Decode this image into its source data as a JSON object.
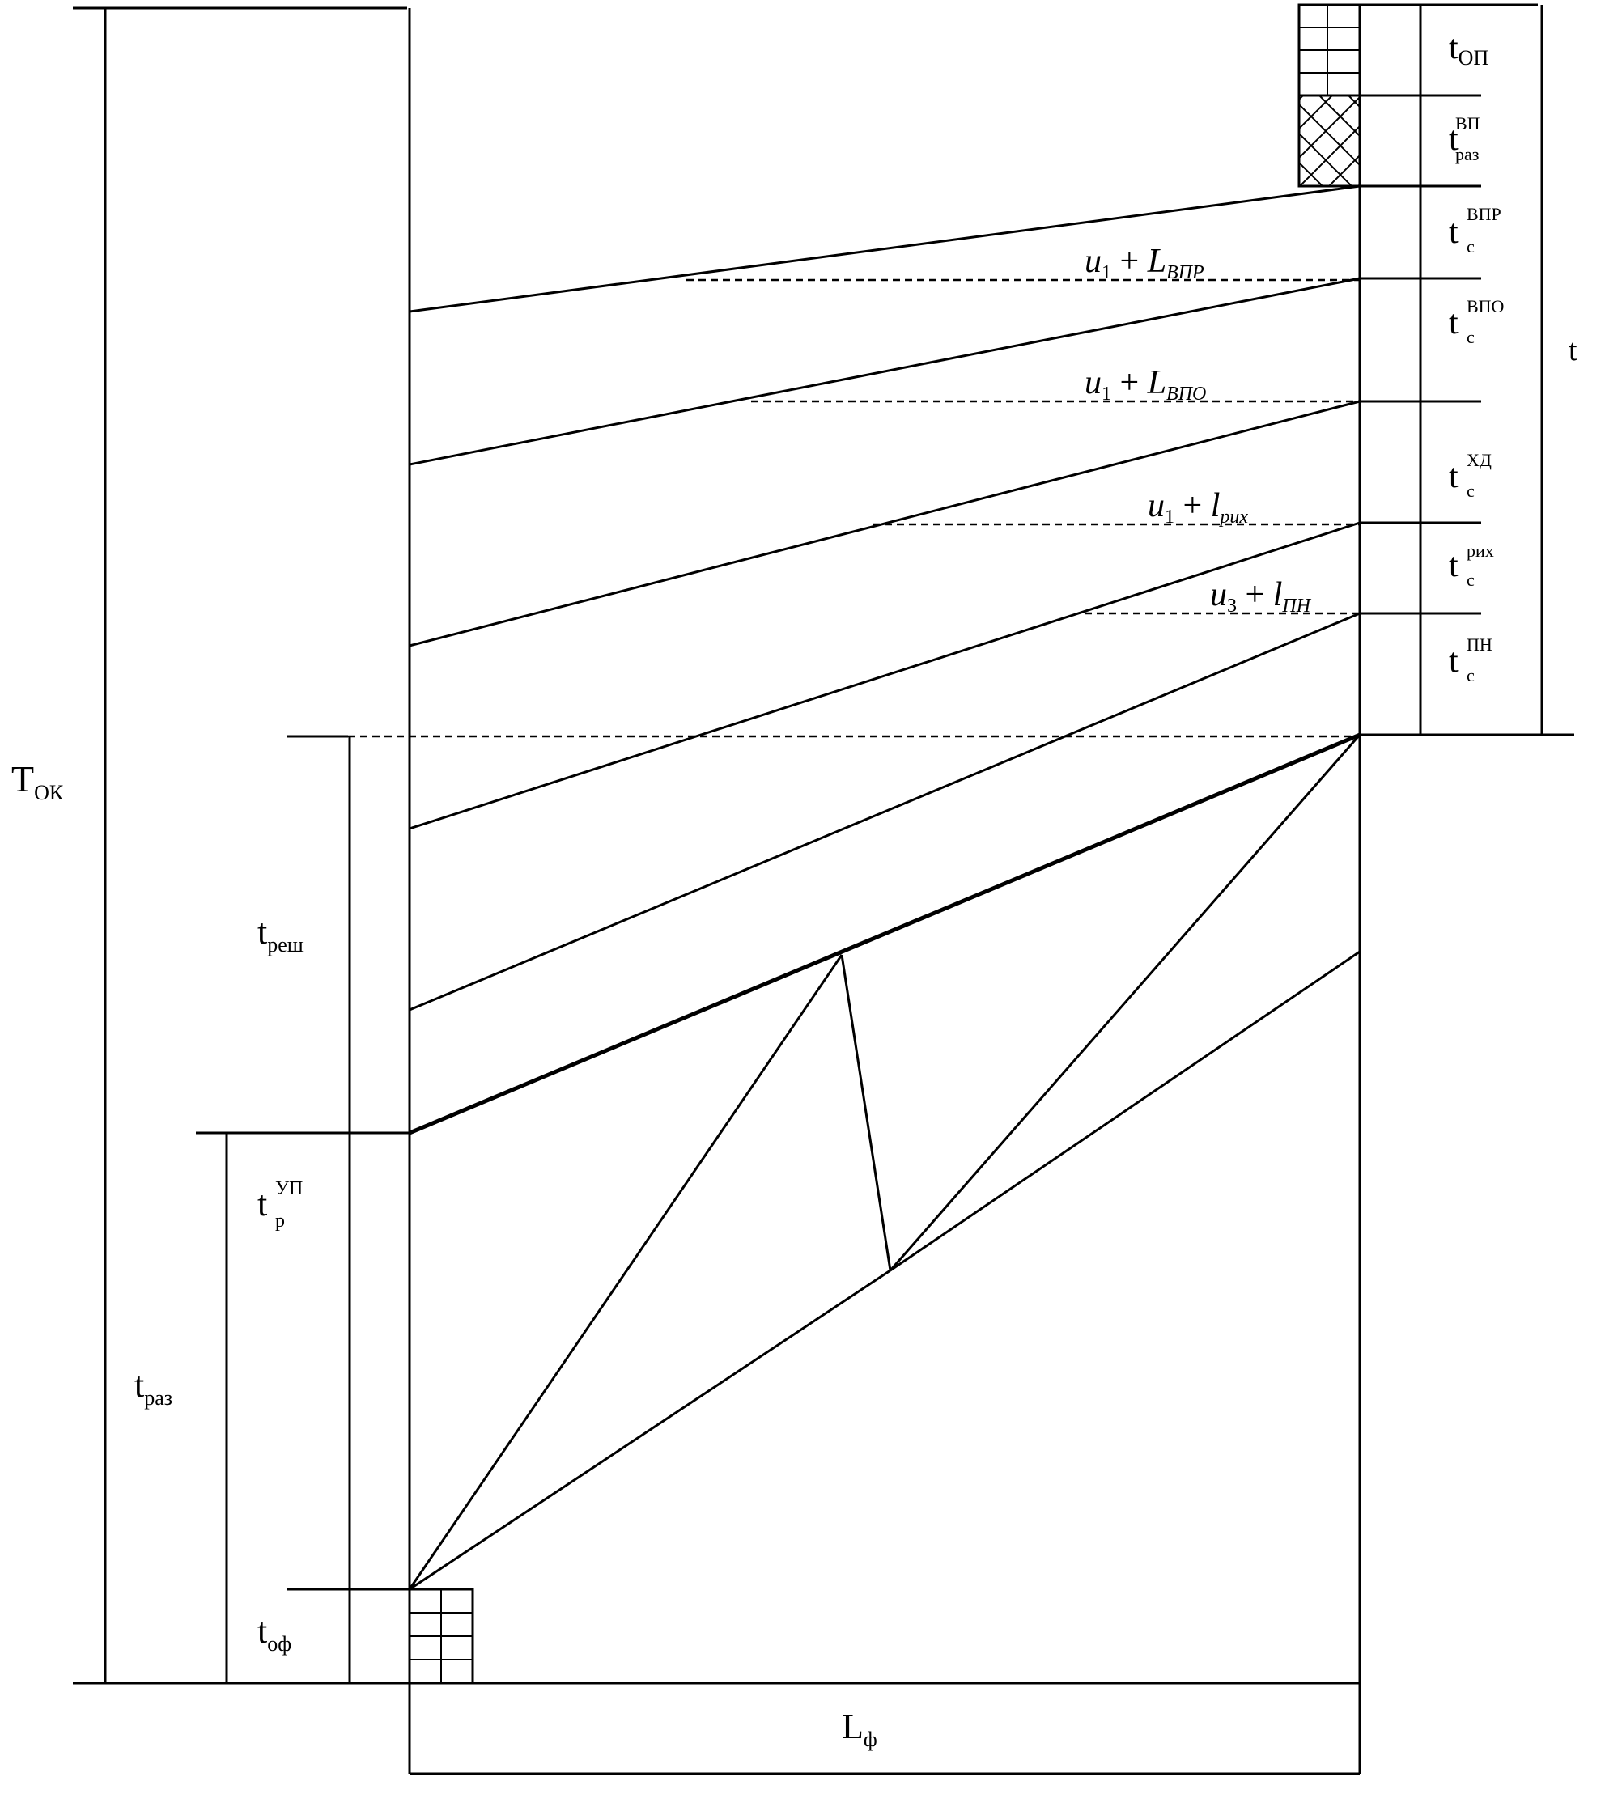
{
  "labels": {
    "t_op_main": "t",
    "t_op_sub": "ОП",
    "t_vp_main": "t",
    "t_vp_sup": "ВП",
    "t_vp_sub": "раз",
    "t_vpr_main": "t",
    "t_vpr_sup": "ВПР",
    "t_vpr_sub": "с",
    "t_vpo_main": "t",
    "t_vpo_sup": "ВПО",
    "t_vpo_sub": "с",
    "t_hd_main": "t",
    "t_hd_sup": "ХД",
    "t_hd_sub": "с",
    "t_rih_main": "t",
    "t_rih_sup": "рих",
    "t_rih_sub": "с",
    "t_pn_main": "t",
    "t_pn_sup": "ПН",
    "t_pn_sub": "с",
    "right_edge": "t",
    "T_ok_main": "T",
    "T_ok_sub": "ОК",
    "t_resh_main": "t",
    "t_resh_sub": "реш",
    "t_up_main": "t",
    "t_up_sup": "УП",
    "t_up_sub": "р",
    "t_raz_main": "t",
    "t_raz_sub": "раз",
    "t_of_main": "t",
    "t_of_sub": "оф",
    "L_f_main": "L",
    "L_f_sub": "ф"
  },
  "formulas": {
    "f1_u": "u",
    "f1_idx": "1",
    "f1_plus": " + ",
    "f1_L": "L",
    "f1_sub": "ВПР",
    "f2_u": "u",
    "f2_idx": "1",
    "f2_plus": " + ",
    "f2_L": "L",
    "f2_sub": "ВПО",
    "f3_u": "u",
    "f3_idx": "1",
    "f3_plus": " + ",
    "f3_L": "l",
    "f3_sub": "рих",
    "f4_u": "u",
    "f4_idx": "3",
    "f4_plus": " + ",
    "f4_L": "l",
    "f4_sub": "ПН"
  }
}
